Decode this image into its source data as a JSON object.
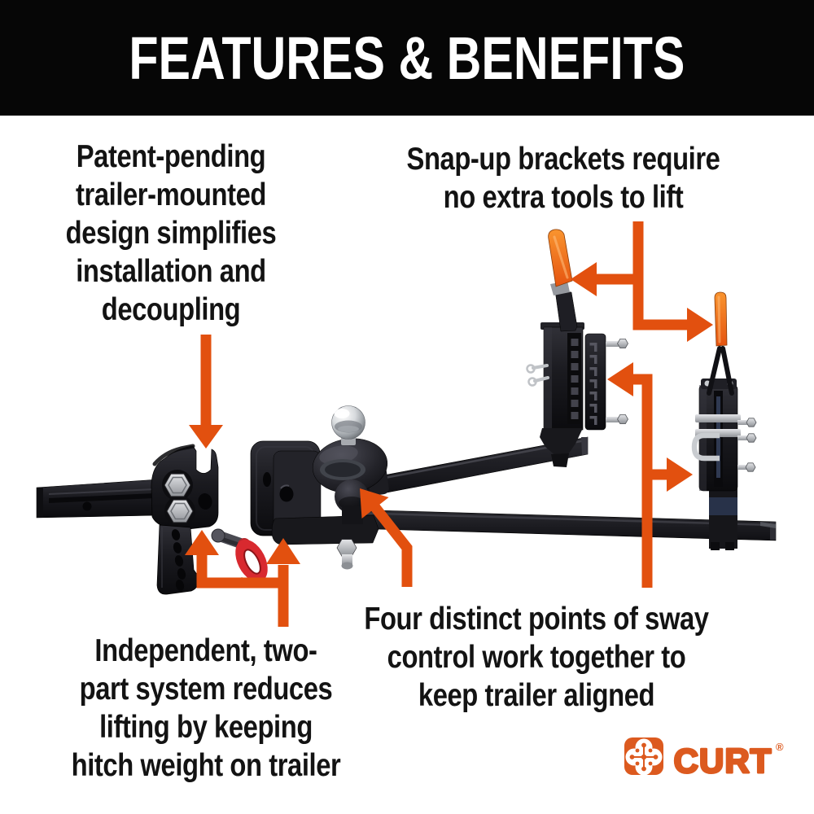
{
  "header": {
    "title": "FEATURES & BENEFITS"
  },
  "callouts": {
    "patent": {
      "lines": [
        "Patent-pending",
        "trailer-mounted",
        "design simplifies",
        "installation and",
        "decoupling"
      ]
    },
    "snap_up": {
      "lines": [
        "Snap-up brackets require",
        "no extra tools to lift"
      ]
    },
    "independent": {
      "lines": [
        "Independent, two-",
        "part system reduces",
        "lifting by keeping",
        "hitch weight on trailer"
      ]
    },
    "sway": {
      "lines": [
        "Four distinct points of sway",
        "control work together to",
        "keep trailer aligned"
      ]
    }
  },
  "logo": {
    "brand": "CURT",
    "registered": "®"
  },
  "colors": {
    "background": "#ffffff",
    "header_bg": "#060606",
    "title": "#ffffff",
    "text": "#131313",
    "arrow": "#E2500F",
    "logo": "#DC5A1F",
    "handle_top": "#F9942F",
    "handle_bottom": "#E55410",
    "pin_red": "#D8292F",
    "silver": "#c9ccd0"
  }
}
